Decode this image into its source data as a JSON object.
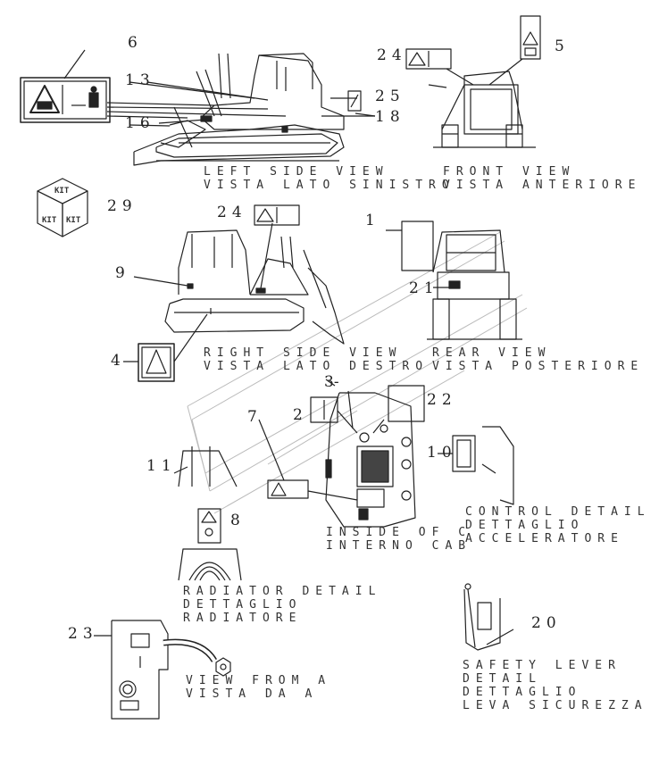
{
  "callouts": {
    "n1": "1",
    "n2": "2",
    "n3": "3-",
    "n4": "4",
    "n5": "5",
    "n6": "6",
    "n7": "7",
    "n8": "8",
    "n9": "9",
    "n10": "10",
    "n11": "11",
    "n13": "13",
    "n16": "16",
    "n18": "18",
    "n20": "20",
    "n21": "21",
    "n22": "22",
    "n23": "23",
    "n24a": "24",
    "n24b": "24",
    "n25": "25",
    "n29": "29"
  },
  "views": {
    "left_side": [
      "LEFT SIDE VIEW",
      "VISTA LATO SINISTRO"
    ],
    "front": [
      "FRONT VIEW",
      "VISTA ANTERIORE"
    ],
    "right_side": [
      "RIGHT SIDE VIEW",
      "VISTA LATO DESTRO"
    ],
    "rear": [
      "REAR VIEW",
      "VISTA POSTERIORE"
    ],
    "inside_cab": [
      "INSIDE OF C",
      "INTERNO CAB"
    ],
    "control_detail": [
      "CONTROL DETAIL",
      "DETTAGLIO",
      "ACCELERATORE"
    ],
    "radiator_detail": [
      "RADIATOR DETAIL",
      "DETTAGLIO",
      "RADIATORE"
    ],
    "view_from_a": [
      "VIEW FROM A",
      "VISTA DA A"
    ],
    "safety_lever": [
      "SAFETY LEVER",
      "DETAIL",
      "DETTAGLIO",
      "LEVA SICUREZZA"
    ]
  },
  "kit_labels": [
    "KIT",
    "KIT",
    "KIT"
  ]
}
